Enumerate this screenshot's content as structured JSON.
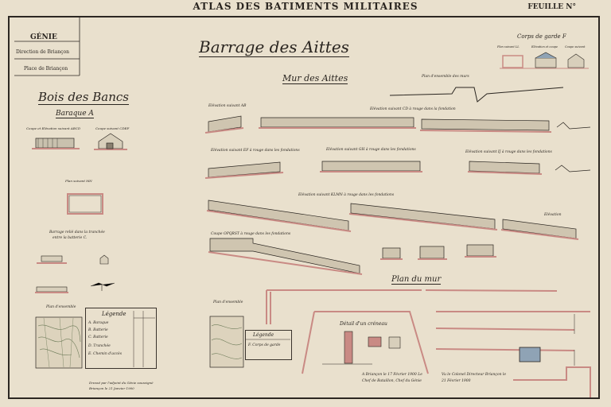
{
  "header": {
    "atlas_title": "ATLAS DES BATIMENTS MILITAIRES",
    "feuille": "FEUILLE N°"
  },
  "left_block": {
    "genie": "GÉNIE",
    "direction": "Direction de Briançon",
    "place": "Place de Briançon",
    "bois_title": "Bois des Bancs",
    "baraque": "Baraque A",
    "coupe_abcd": "Coupe et Elévation suivant ABCD",
    "coupe_cdef": "Coupe suivant CDEF",
    "plan_mn": "Plan suivant MN",
    "barrage_title": "Barrage relié dans la tranchée",
    "barrage_sub": "entre la batterie C.",
    "plan_ensemble": "Plan d'ensemble",
    "legende_title": "Légende",
    "legende_items": [
      "A. Baraque",
      "B. Batterie",
      "C. Batterie",
      "D. Tranchée",
      "E. Chemin d'accès"
    ],
    "signature_note": "Dressé par l'adjoint du Génie soussigné Briançon le 21 Janvier 1900"
  },
  "center_block": {
    "main_title": "Barrage des Aittes",
    "subtitle": "Mur des Aittes",
    "plan_ensemble_mur": "Plan d'ensemble des murs",
    "elev_ab": "Elévation suivant AB",
    "elev_cd": "Elévation suivant CD à rouge dans la fondation",
    "elev_ef": "Elévation suivant EF à rouge dans les fondations",
    "elev_gh": "Elévation suivant GH à rouge dans les fondations",
    "elev_ij": "Elévation suivant IJ à rouge dans les fondations",
    "elev_klmn": "Elévation suivant KLMN à rouge dans les fondations",
    "coupe_op": "Coupe OPQRST à rouge dans les fondations",
    "elevation_right": "Elévation",
    "plan_mur": "Plan du mur",
    "plan_ensemble_small": "Plan d'ensemble",
    "legende2_title": "Légende",
    "legende2_item": "F. Corps de garde",
    "detail_title": "Détail d'un créneau",
    "signature1": "A Briançon le 17 Février 1900 Le Chef de Bataillon, Chef du Génie",
    "signature2": "Vu le Colonel Directeur Briançon le 21 Février 1900"
  },
  "right_block": {
    "corps_title": "Corps de garde F",
    "corps_labels": [
      "Plan suivant LL",
      "Elévation et coupe",
      "Coupe suivant"
    ]
  },
  "colors": {
    "paper": "#e9e0cd",
    "ink": "#2a2520",
    "wash_red": "#c98a84",
    "wash_blue": "#8fa3b5",
    "wash_green": "#9fb08f"
  }
}
